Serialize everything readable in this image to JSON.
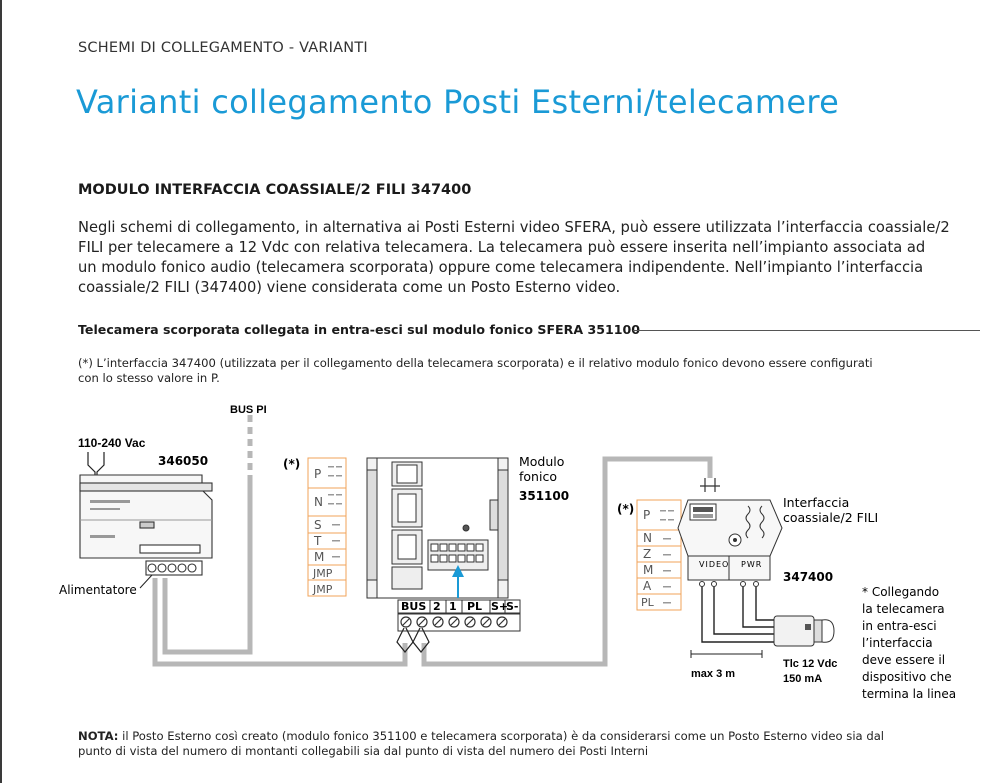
{
  "header": {
    "section_label": "SCHEMI DI COLLEGAMENTO - VARIANTI",
    "title": "Varianti collegamento Posti Esterni/telecamere"
  },
  "module": {
    "heading": "MODULO INTERFACCIA COASSIALE/2 FILI 347400",
    "intro_lines": [
      "Negli schemi di collegamento, in alternativa ai Posti Esterni video SFERA, può essere utilizzata l’interfaccia coassiale/2",
      "FILI per telecamere a 12 Vdc con relativa telecamera. La telecamera può essere inserita nell’impianto associata ad",
      "un modulo fonico audio (telecamera scorporata) oppure come telecamera indipendente. Nell’impianto l’interfaccia",
      "coassiale/2 FILI (347400) viene considerata come un Posto Esterno video."
    ]
  },
  "subsection": {
    "title": "Telecamera scorporata collegata in entra-esci sul modulo fonico SFERA 351100",
    "note_lines": [
      "(*) L’interfaccia 347400 (utilizzata per il collegamento della telecamera scorporata) e il relativo modulo fonico devono essere configurati",
      "con lo stesso valore in P."
    ]
  },
  "diagram": {
    "bus_pi": "BUS PI",
    "mains_voltage": "110-240 Vac",
    "psu_code": "346050",
    "psu_label": "Alimentatore",
    "asterisk": "(*)",
    "config_left": [
      "P",
      "N",
      "S",
      "T",
      "M",
      "JMP",
      "JMP"
    ],
    "module_label_1": "Modulo",
    "module_label_2": "fonico",
    "module_code": "351100",
    "terminal_labels": [
      "BUS",
      "2",
      "1",
      "PL",
      "S+",
      "S-"
    ],
    "config_right": [
      "P",
      "N",
      "Z",
      "M",
      "A",
      "PL"
    ],
    "interface_label_1": "Interfaccia",
    "interface_label_2": "coassiale/2 FILI",
    "interface_code": "347400",
    "iface_video": "VIDEO",
    "iface_pwr": "PWR",
    "max_length": "max 3 m",
    "camera_spec_1": "Tlc 12 Vdc",
    "camera_spec_2": "150 mA",
    "side_note_lines": [
      "* Collegando",
      "la telecamera",
      "in entra-esci",
      "l’interfaccia",
      "deve essere il",
      "dispositivo che",
      "termina la linea"
    ]
  },
  "footer": {
    "nota_label": "NOTA:",
    "nota_line_1": "il Posto Esterno così creato (modulo fonico 351100 e telecamera scorporata) è da considerarsi come un Posto Esterno video sia dal",
    "nota_line_2": "punto di vista del numero di montanti collegabili sia dal punto di vista del numero dei Posti Interni"
  },
  "colors": {
    "title_blue": "#1a9ad6",
    "wire_gray": "#b7b7b7",
    "config_orange": "#f0a35a",
    "arrow_blue": "#1a9ad6"
  }
}
